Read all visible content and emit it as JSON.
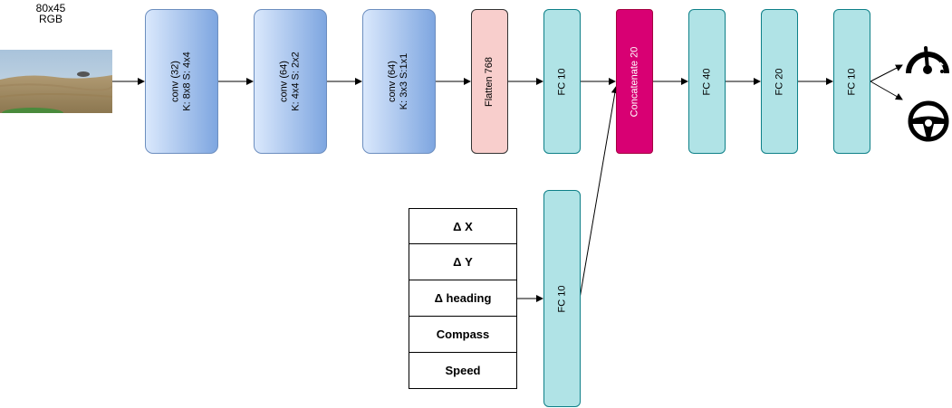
{
  "input": {
    "size_label": "80x45",
    "format_label": "RGB"
  },
  "layers": {
    "conv1": {
      "line1": "conv (32)",
      "line2": "K: 8x8  S: 4x4"
    },
    "conv2": {
      "line1": "conv (64)",
      "line2": "K: 4x4  S: 2x2"
    },
    "conv3": {
      "line1": "conv (64)",
      "line2": "K: 3x3  S:1x1"
    },
    "flatten": "Flatten 768",
    "fc_image": "FC 10",
    "concat": "Concatenate 20",
    "fc40": "FC 40",
    "fc20": "FC 20",
    "fc_out": "FC 10",
    "fc_features": "FC 10"
  },
  "features": [
    "Δ X",
    "Δ Y",
    "Δ  heading",
    "Compass",
    "Speed"
  ],
  "outputs": {
    "speed_icon": "speedometer-icon",
    "steering_icon": "steering-wheel-icon"
  },
  "colors": {
    "conv_gradient": [
      "#dae8fc",
      "#7ea6e0"
    ],
    "flatten": "#f8cecc",
    "fc": "#b0e3e6",
    "concat": "#d80073"
  }
}
